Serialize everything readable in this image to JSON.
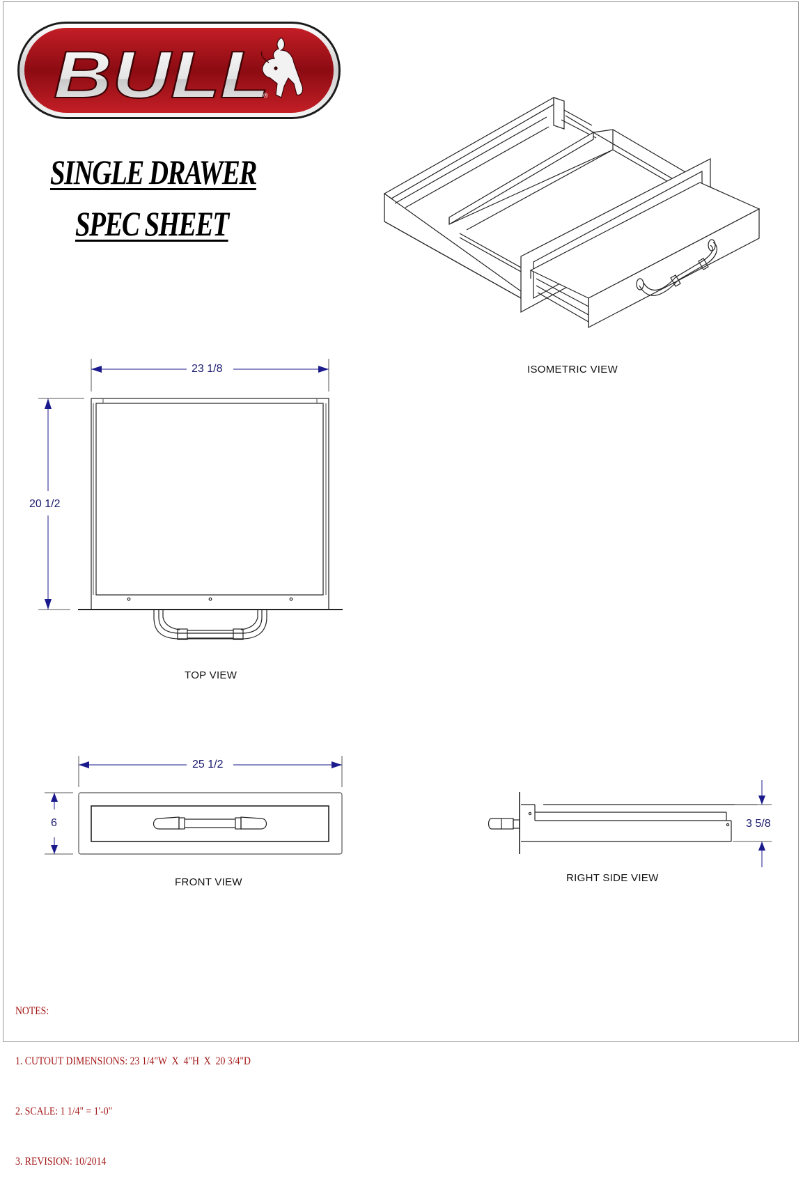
{
  "brand": {
    "name": "BULL",
    "registered_mark": "®",
    "icon": "bull-icon",
    "colors": {
      "badge_red": "#b3141c",
      "badge_dark_red": "#7d0a10",
      "chrome": "#e8e8e8"
    }
  },
  "header": {
    "title_line_1": "SINGLE DRAWER",
    "title_line_2": "SPEC SHEET"
  },
  "views": {
    "isometric": {
      "label": "ISOMETRIC VIEW"
    },
    "top": {
      "label": "TOP VIEW",
      "width_dim": "23 1/8",
      "depth_dim": "20 1/2"
    },
    "front": {
      "label": "FRONT VIEW",
      "width_dim": "25 1/2",
      "height_dim": "6"
    },
    "right_side": {
      "label": "RIGHT SIDE VIEW",
      "height_dim": "3 5/8"
    }
  },
  "notes": {
    "heading": "NOTES:",
    "items": [
      "1. CUTOUT DIMENSIONS: 23 1/4\"W  X  4\"H  X  20 3/4\"D",
      "2. SCALE: 1 1/4\" = 1'-0\"",
      "3. REVISION: 10/2014"
    ]
  },
  "colors": {
    "dimension_blue": "#1a1a8c",
    "notes_red": "#a31515",
    "line_black": "#222222"
  }
}
